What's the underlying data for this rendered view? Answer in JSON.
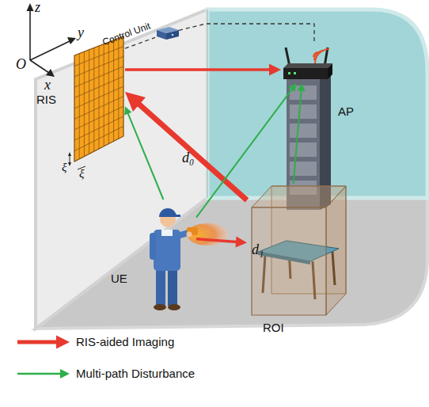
{
  "diagram": {
    "nodes": [
      {
        "text": [
          "RIS"
        ]
      },
      {
        "text": [
          "Control Unit"
        ]
      },
      {
        "text": [
          "AP"
        ]
      },
      {
        "text": [
          "UE"
        ]
      },
      {
        "text": [
          "ROI"
        ]
      }
    ],
    "edges": [
      {
        "from": 0,
        "to": 1,
        "arrow": "none"
      },
      {
        "from": 1,
        "to": 2,
        "arrow": "none"
      },
      {
        "from": 0,
        "to": 2,
        "arrow": "to"
      },
      {
        "from": 4,
        "to": 0,
        "label": "d₀",
        "arrow": "to"
      },
      {
        "from": 3,
        "to": 4,
        "label": "d₁",
        "arrow": "to"
      },
      {
        "from": 3,
        "to": 0,
        "arrow": "to"
      },
      {
        "from": 3,
        "to": 2,
        "arrow": "to"
      },
      {
        "from": 4,
        "to": 2,
        "arrow": "to"
      }
    ],
    "labels": [
      "z",
      "y",
      "x",
      "O",
      "ξ",
      "ξ"
    ],
    "legend": [
      {
        "text": "RIS-aided Imaging"
      },
      {
        "text": "Multi-path Disturbance"
      }
    ]
  }
}
